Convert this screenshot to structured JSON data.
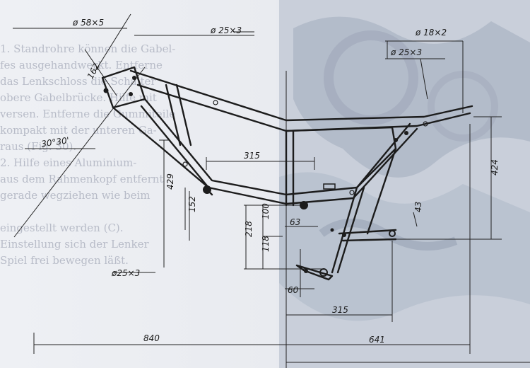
{
  "background_text": [
    "1. Standrohre können die Gabel-",
    "fes ausgehandwerkt. Entferne",
    "das Lenkschloss die Schalter",
    "obere Gabelbrücke. Hilfe mit",
    "versen. Entferne die Gummiteile",
    "kompakt mit der unteren Ga-",
    "raus (Fig. 30).",
    "2. Hilfe eines Aluminium-",
    "aus dem Rahmenkopf entfernt",
    "gerade wegziehen wie beim",
    "",
    "eingestellt werden (C).",
    "Einstellung sich der Lenker",
    "Spiel frei bewegen läßt."
  ],
  "dimensions": {
    "head_tube": "ø 58×5",
    "top_tube": "ø 25×3",
    "rear_top": "ø 18×2",
    "rear_sub": "ø 25×3",
    "head_length": "162",
    "angle": "30°30'",
    "height_429": "429",
    "width_315_top": "315",
    "height_152": "152",
    "height_218": "218",
    "height_100": "100",
    "height_118": "118",
    "width_63": "63",
    "height_43": "43",
    "height_424": "424",
    "down_tube": "ø25×3",
    "width_60": "60",
    "width_315_bottom": "315",
    "overall_840": "840",
    "rear_641": "641"
  }
}
